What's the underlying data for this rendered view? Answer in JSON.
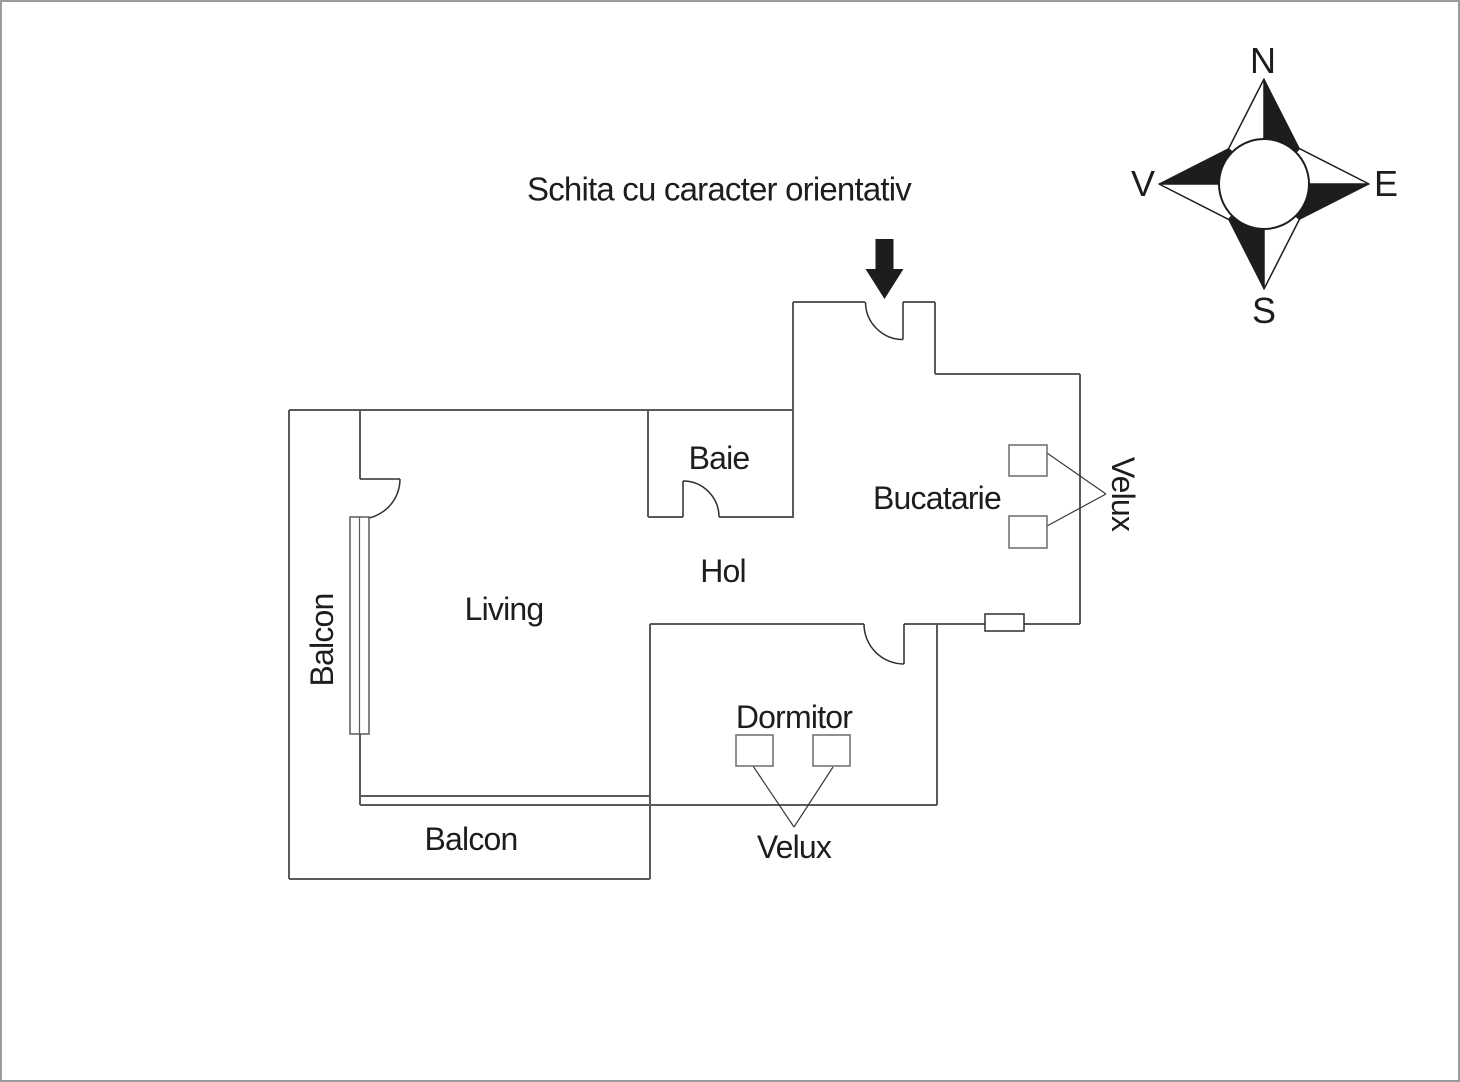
{
  "title": "Schita cu caracter orientativ",
  "rooms": {
    "living": "Living",
    "baie": "Baie",
    "hol": "Hol",
    "bucatarie": "Bucatarie",
    "dormitor": "Dormitor",
    "balcon_left": "Balcon",
    "balcon_bottom": "Balcon"
  },
  "skylights": {
    "kitchen_label": "Velux",
    "bedroom_label": "Velux"
  },
  "compass": {
    "north": "N",
    "east": "E",
    "south": "S",
    "west": "V"
  },
  "colors": {
    "wall": "#5a5a5c",
    "door": "#2e2e30",
    "ink": "#1d1d1f",
    "background": "#ffffff",
    "frame": "#9a9b9e"
  }
}
